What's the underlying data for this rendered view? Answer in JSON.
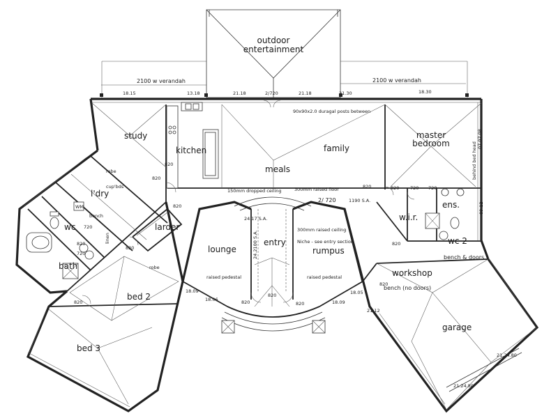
{
  "plan": {
    "rooms": {
      "outdoor_1": "outdoor",
      "outdoor_2": "entertainment",
      "study": "study",
      "kitchen": "kitchen",
      "meals": "meals",
      "family": "family",
      "master_1": "master",
      "master_2": "bedroom",
      "ldry": "l'dry",
      "wc": "wc",
      "bath": "bath",
      "larder": "larder",
      "lounge": "lounge",
      "entry": "entry",
      "rumpus": "rumpus",
      "wir": "w.i.r.",
      "ens": "ens.",
      "wc2": "wc 2",
      "workshop": "workshop",
      "garage": "garage",
      "bed2": "bed 2",
      "bed3": "bed 3"
    },
    "notes": {
      "verandah_left": "2100 w verandah",
      "verandah_right": "2100 w verandah",
      "posts": "90x90x2.0 duragal posts between",
      "drop_ceiling": "150mm dropped ceiling",
      "raised_floor": "300mm raised floor",
      "raised_ceiling": "300mm raised ceiling",
      "niche": "Niche - see entry section",
      "ped_left": "raised pedestal",
      "ped_right": "raised pedestal",
      "behind_bed": "behind bed head",
      "bench_doors": "bench & doors",
      "bench_no_doors": "bench (no doors)",
      "robe1": "robe",
      "robe2": "robe",
      "cupbds": "cup'bds",
      "bench": "bench",
      "linen": "linen"
    },
    "dims": {
      "d1": "18.15",
      "d2": "13.18",
      "d3": "21.18",
      "d4": "2/720",
      "d5": "21.18",
      "d6": "21.30",
      "d7": "18.30",
      "d8": "820",
      "d9": "820",
      "d10": "820",
      "d11": "820",
      "d12": "820",
      "d13": "2/ 720",
      "d14": "1190 S.A.",
      "d15": "820",
      "d16": "720",
      "d17": "720",
      "d18": "24.17 S.A.",
      "d19": "24.2100 S.A.",
      "d20": "820",
      "d21": "820",
      "d22": "820",
      "d23": "720",
      "d24": "820",
      "d25": "820",
      "d26": "18.09",
      "d27": "18.06",
      "d28": "18.09",
      "d29": "18.05",
      "d30": "21.12",
      "d31": "21.24.80",
      "d32": "21.24.80",
      "d33": "07.07.08",
      "d34": "09.12",
      "d35": "820",
      "d36": "720",
      "d37": "820"
    },
    "icons": {
      "wm": "WM"
    }
  }
}
